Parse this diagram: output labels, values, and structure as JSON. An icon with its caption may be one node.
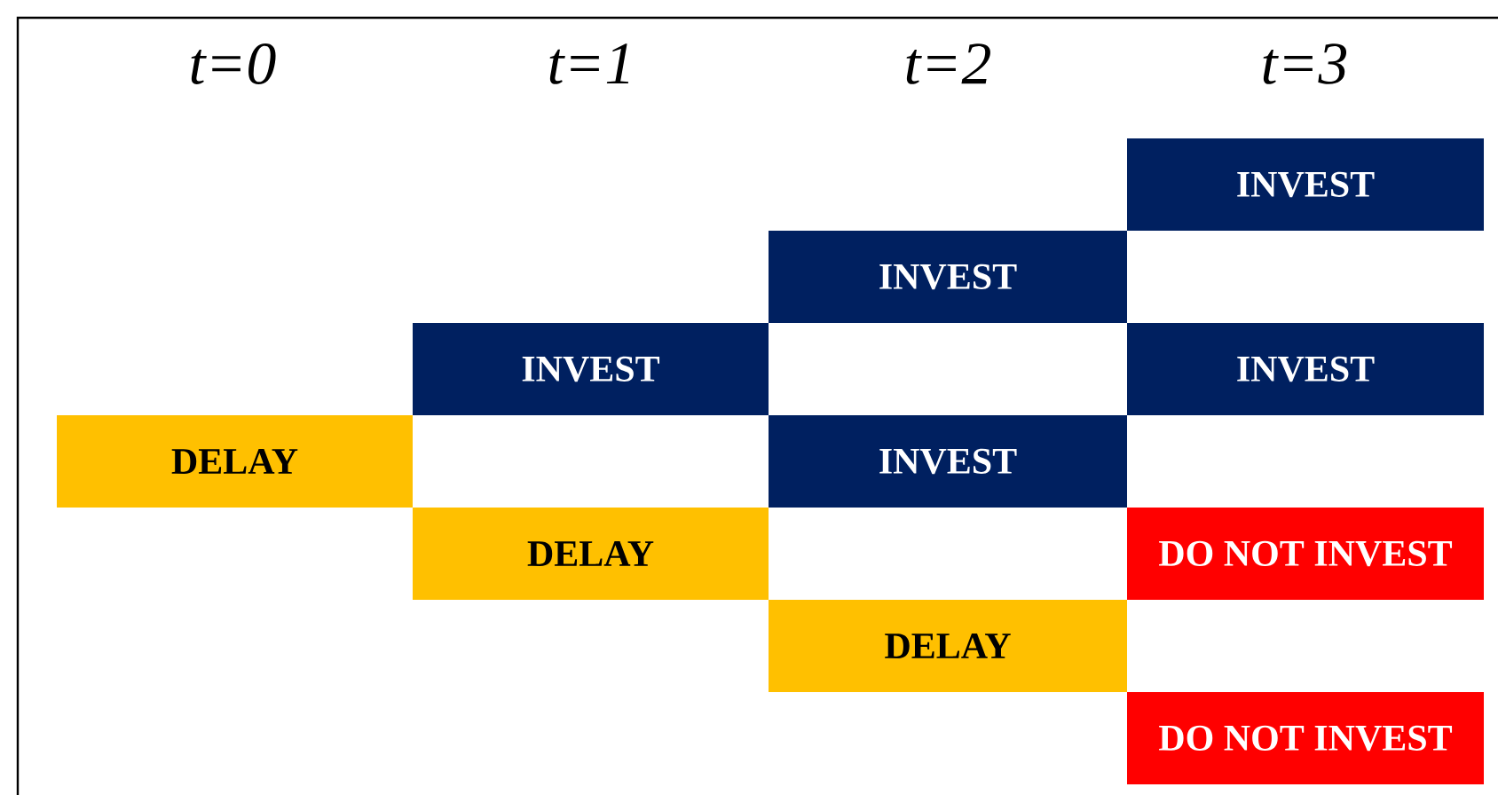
{
  "diagram": {
    "nodes": [
      {
        "text": [
          "INVEST"
        ]
      },
      {
        "text": [
          "INVEST"
        ]
      },
      {
        "text": [
          "INVEST"
        ]
      },
      {
        "text": [
          "INVEST"
        ]
      },
      {
        "text": [
          "DELAY"
        ]
      },
      {
        "text": [
          "INVEST"
        ]
      },
      {
        "text": [
          "DELAY"
        ]
      },
      {
        "text": [
          "DO NOT INVEST"
        ]
      },
      {
        "text": [
          "DELAY"
        ]
      },
      {
        "text": [
          "DO NOT INVEST"
        ]
      }
    ],
    "labels": [
      "t=0",
      "t=1",
      "t=2",
      "t=3"
    ]
  }
}
